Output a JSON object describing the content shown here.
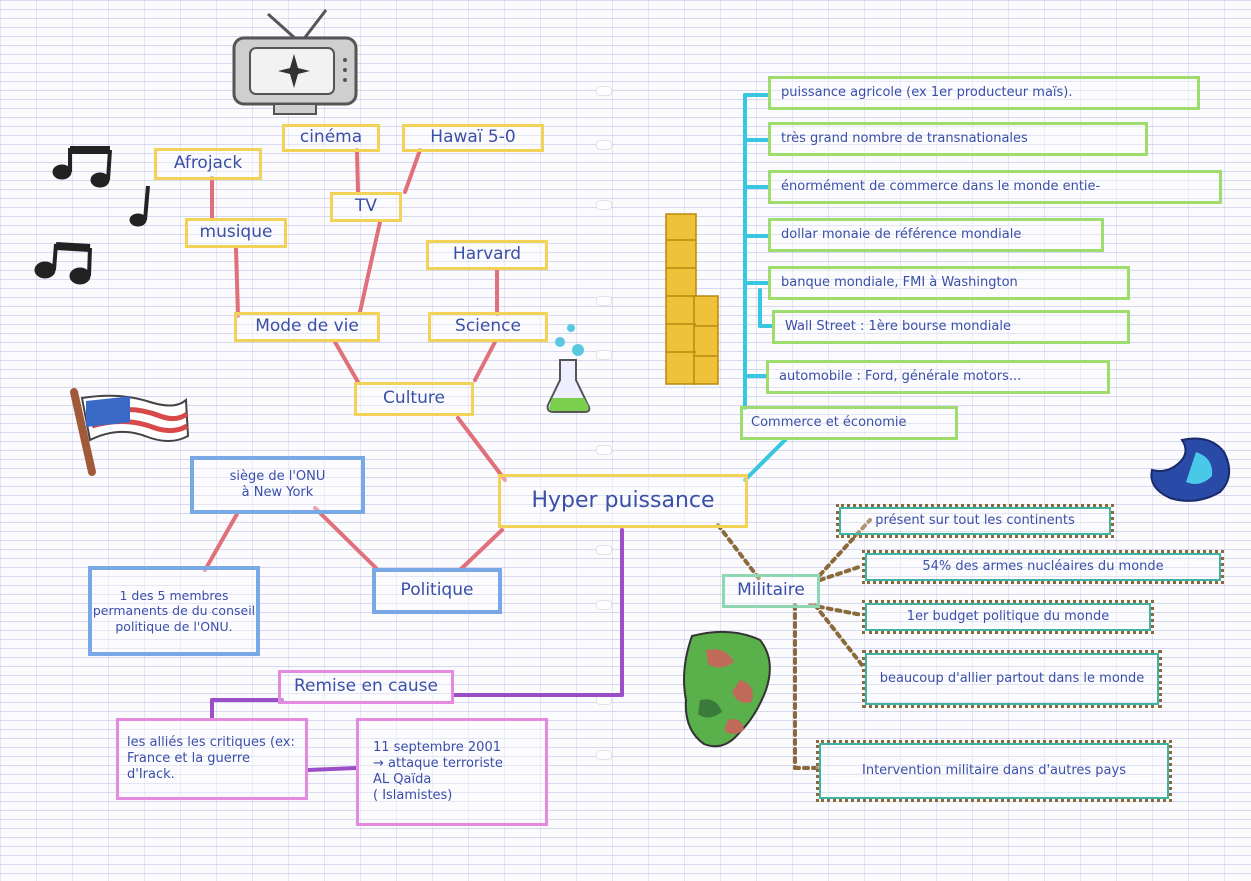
{
  "center": {
    "label": "Hyper puissance"
  },
  "culture": {
    "label": "Culture",
    "mode_de_vie": "Mode de vie",
    "science": "Science",
    "harvard": "Harvard",
    "musique": "musique",
    "afrojack": "Afrojack",
    "tv": "TV",
    "cinema": "cinéma",
    "hawaii": "Hawaï 5-0"
  },
  "politique": {
    "label": "Politique",
    "siege_line1": "siège de l'ONU",
    "siege_line2": "à New York",
    "membres": "1 des 5 membres permanents de du conseil politique de l'ONU."
  },
  "remise": {
    "label": "Remise en cause",
    "allies": "les alliés les critiques (ex: France et la guerre d'Irack.",
    "sept_line1": "11 septembre 2001",
    "sept_line2": "→ attaque terroriste",
    "sept_line3": "AL Qaïda",
    "sept_line4": "( Islamistes)"
  },
  "economie": {
    "label": "Commerce et économie",
    "items": [
      "puissance agricole (ex 1er producteur maïs).",
      "très grand nombre de transnationales",
      "énormément de commerce dans le monde entie-",
      "dollar monaie de référence mondiale",
      "banque mondiale, FMI à Washington",
      "Wall Street : 1ère bourse mondiale",
      "automobile : Ford, générale motors..."
    ]
  },
  "militaire": {
    "label": "Militaire",
    "items": [
      "présent sur tout les continents",
      "54% des armes nucléaires du monde",
      "1er budget politique du monde",
      "beaucoup d'allier partout dans le monde",
      "Intervention militaire dans d'autres pays"
    ]
  },
  "colors": {
    "culture": "#f2d257",
    "culture_link": "#e0707a",
    "politique": "#79a8e6",
    "economie": "#9fdc6e",
    "economie_link": "#38c6e0",
    "militaire": "#3fb4a4",
    "militaire_link": "#8a6a3a",
    "remise": "#e48be0",
    "remise_link": "#9a4fc8"
  }
}
